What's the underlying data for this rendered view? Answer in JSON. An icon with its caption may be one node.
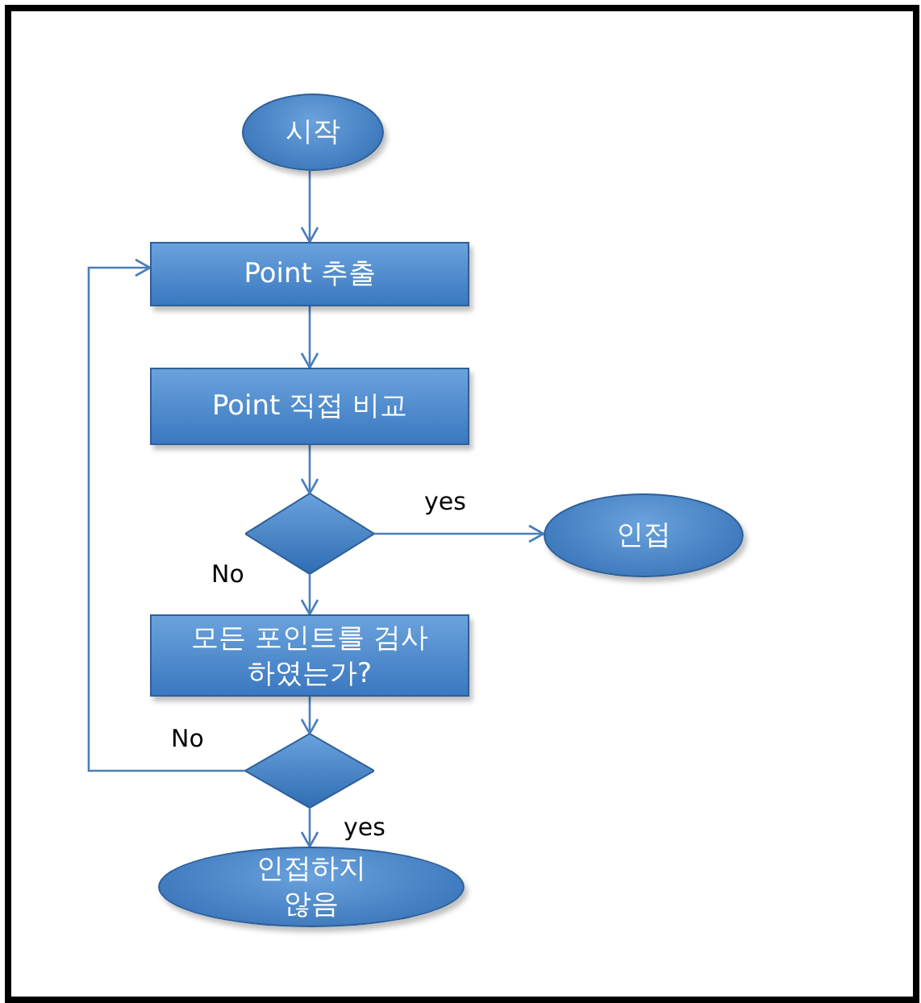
{
  "diagram": {
    "nodes": [
      {
        "text": [
          "시작"
        ]
      },
      {
        "text": [
          "Point 추출"
        ]
      },
      {
        "text": [
          "Point 직접 비교"
        ]
      },
      {
        "text": [],
        "shape": "diamond"
      },
      {
        "text": [
          "인접"
        ]
      },
      {
        "text": [
          "모든 포인트를 검사 하였는가?"
        ]
      },
      {
        "text": [],
        "shape": "diamond"
      },
      {
        "text": [
          "인접하지 않음"
        ]
      }
    ],
    "edges": [
      {
        "from": 0,
        "to": 1,
        "arrow": "to"
      },
      {
        "from": 1,
        "to": 2,
        "arrow": "to"
      },
      {
        "from": 2,
        "to": 3,
        "arrow": "to"
      },
      {
        "from": 3,
        "to": 4,
        "arrow": "to",
        "label": "yes"
      },
      {
        "from": 3,
        "to": 5,
        "arrow": "to",
        "label": "No"
      },
      {
        "from": 5,
        "to": 6,
        "arrow": "to"
      },
      {
        "from": 6,
        "to": 1,
        "arrow": "to",
        "label": "No"
      },
      {
        "from": 6,
        "to": 7,
        "arrow": "to",
        "label": "yes"
      }
    ]
  }
}
